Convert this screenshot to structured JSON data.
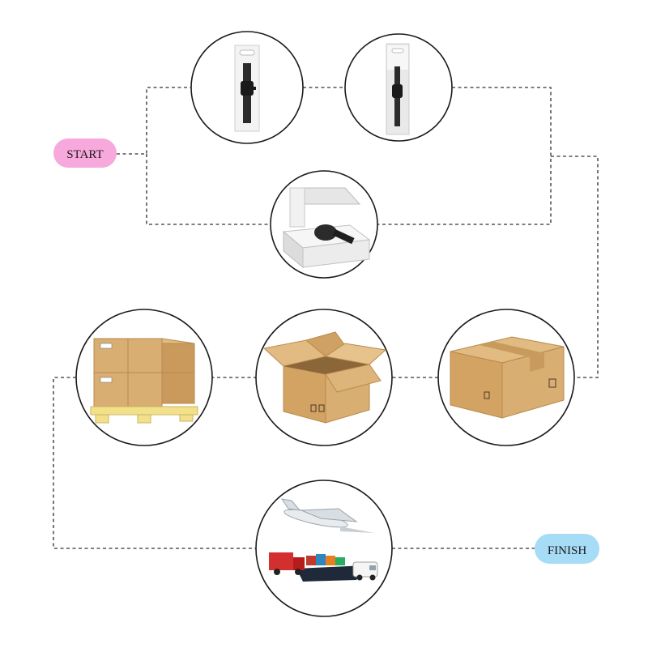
{
  "labels": {
    "start": "START",
    "finish": "FINISH"
  },
  "colors": {
    "start_pill": "#f7a8dc",
    "finish_pill": "#a7dcf7",
    "cardboard": "#d8ae72",
    "cardboard_dark": "#b98a4e",
    "tape": "#c89b5c",
    "pallet": "#f2e08a",
    "watch": "#2b2b2b"
  },
  "steps": [
    {
      "name": "watch-in-sleeve"
    },
    {
      "name": "watch-in-sleeve-side"
    },
    {
      "name": "watch-gift-box"
    },
    {
      "name": "sealed-carton"
    },
    {
      "name": "open-carton"
    },
    {
      "name": "pallet-cartons"
    },
    {
      "name": "shipping-transport"
    }
  ]
}
